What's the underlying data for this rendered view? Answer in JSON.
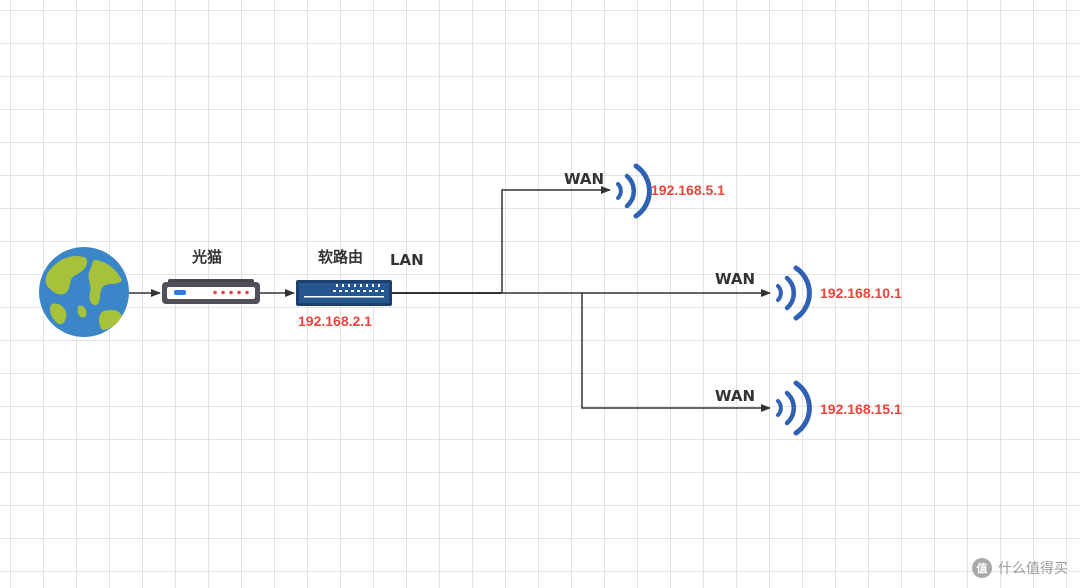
{
  "labels": {
    "modem": "光猫",
    "soft_router": "软路由",
    "lan": "LAN",
    "wan_1": "WAN",
    "wan_2": "WAN",
    "wan_3": "WAN"
  },
  "ips": {
    "soft_router": "192.168.2.1",
    "router_1": "192.168.5.1",
    "router_2": "192.168.10.1",
    "router_3": "192.168.15.1"
  },
  "colors": {
    "ip_text": "#e8463c",
    "wifi": "#2f62b5",
    "line": "#333333",
    "globe_ocean": "#3a86c8",
    "globe_land": "#a7c23a"
  },
  "icons": {
    "internet": "globe-icon",
    "modem": "modem-icon",
    "soft_router": "router-switch-icon",
    "router": "wifi-icon"
  },
  "watermark": {
    "badge": "值",
    "text": "什么值得买"
  }
}
